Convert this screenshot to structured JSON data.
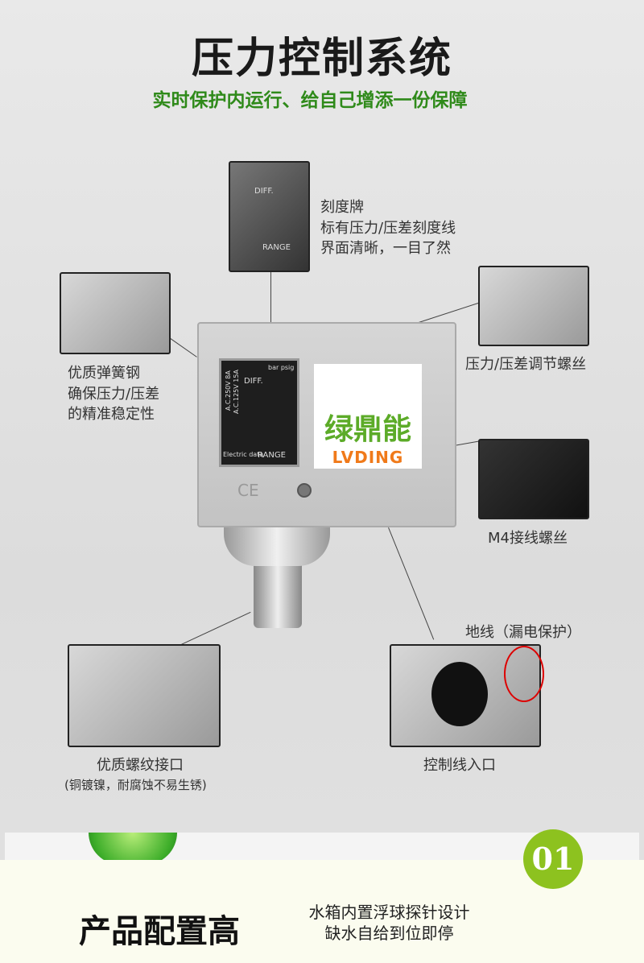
{
  "header": {
    "title": "压力控制系统",
    "subtitle": "实时保护内运行、给自己增添一份保障"
  },
  "callouts": {
    "scale": {
      "title": "刻度牌",
      "line1": "标有压力/压差刻度线",
      "line2": "界面清晰，一目了然"
    },
    "spring": {
      "title": "优质弹簧钢",
      "line1": "确保压力/压差",
      "line2": "的精准稳定性"
    },
    "adjust": {
      "title": "压力/压差调节螺丝"
    },
    "terminal": {
      "title": "M4接线螺丝"
    },
    "ground": {
      "title": "地线（漏电保护）"
    },
    "cable": {
      "title": "控制线入口"
    },
    "thread": {
      "title": "优质螺纹接口",
      "note": "(铜镀镍，耐腐蚀不易生锈)"
    }
  },
  "plate": {
    "diff": "DIFF.",
    "range": "RANGE",
    "electric": "Electric data",
    "rating1": "A.C.250V 8A",
    "rating2": "A.C.125V 15A",
    "units": "bar psig"
  },
  "logo": {
    "cn": "绿鼎能",
    "en": "LVDING"
  },
  "device": {
    "ce": "CE"
  },
  "footer": {
    "badge": "01",
    "heading": "产品配置高",
    "desc1": "水箱内置浮球探针设计",
    "desc2": "缺水自给到位即停"
  }
}
